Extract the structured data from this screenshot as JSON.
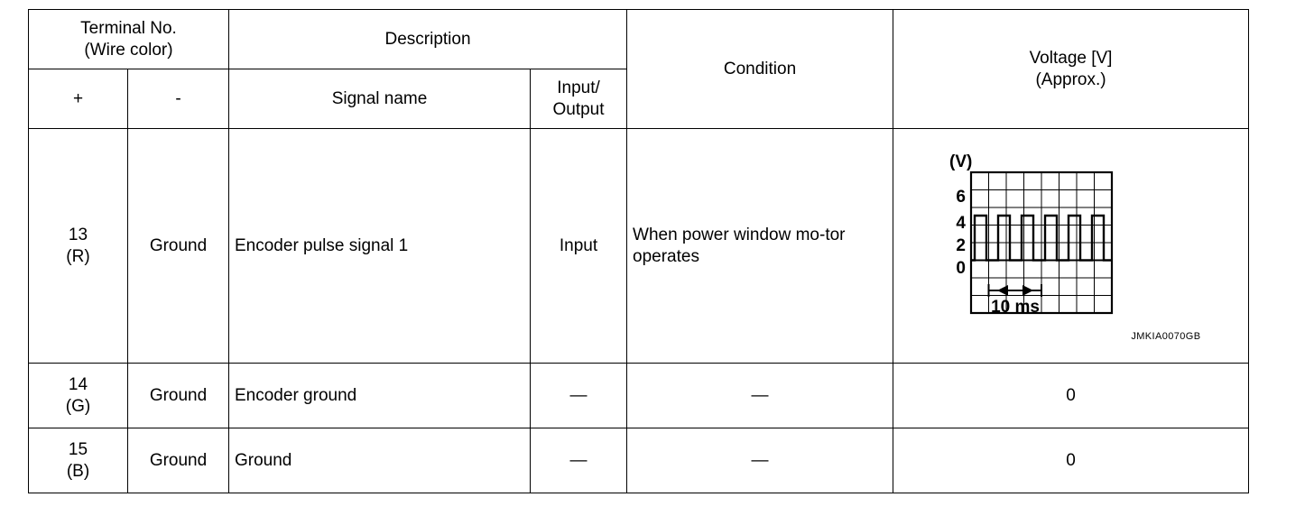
{
  "table": {
    "headers": {
      "terminal_no": "Terminal No.",
      "wire_color": "(Wire color)",
      "description": "Description",
      "plus": "+",
      "minus": "-",
      "signal_name": "Signal name",
      "input_output_line1": "Input/",
      "input_output_line2": "Output",
      "condition": "Condition",
      "voltage_line1": "Voltage [V]",
      "voltage_line2": "(Approx.)"
    },
    "rows": [
      {
        "terminal_number": "13",
        "terminal_wire_color": "(R)",
        "minus_terminal": "Ground",
        "signal_name": "Encoder pulse signal 1",
        "input_output": "Input",
        "condition": "When power window mo-tor operates",
        "voltage_type": "waveform"
      },
      {
        "terminal_number": "14",
        "terminal_wire_color": "(G)",
        "minus_terminal": "Ground",
        "signal_name": "Encoder ground",
        "input_output": "—",
        "condition": "—",
        "voltage_type": "text",
        "voltage": "0"
      },
      {
        "terminal_number": "15",
        "terminal_wire_color": "(B)",
        "minus_terminal": "Ground",
        "signal_name": "Ground",
        "input_output": "—",
        "condition": "—",
        "voltage_type": "text",
        "voltage": "0"
      }
    ]
  },
  "waveform": {
    "unit_label": "(V)",
    "y_tick_labels": [
      "6",
      "4",
      "2",
      "0"
    ],
    "time_marker_label": "10 ms",
    "figure_id": "JMKIA0070GB",
    "grid_columns": 8,
    "grid_rows": 8,
    "baseline_volts": 0,
    "pulse_high_volts": 5,
    "pulse_count": 6,
    "duty_cycle_percent": 50,
    "period_ms": 10
  }
}
